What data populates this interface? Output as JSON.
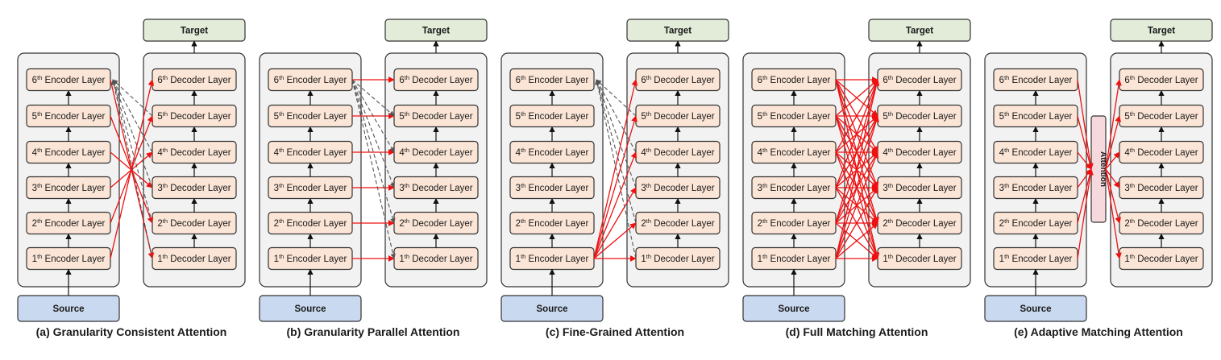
{
  "panels": [
    {
      "id": "a",
      "caption": "(a) Granularity Consistent Attention",
      "mode": "consistent",
      "has_attention_block": false
    },
    {
      "id": "b",
      "caption": "(b) Granularity Parallel Attention",
      "mode": "parallel",
      "has_attention_block": false
    },
    {
      "id": "c",
      "caption": "(c) Fine-Grained Attention",
      "mode": "fine",
      "has_attention_block": false
    },
    {
      "id": "d",
      "caption": "(d) Full Matching Attention",
      "mode": "full",
      "has_attention_block": false
    },
    {
      "id": "e",
      "caption": "(e) Adaptive Matching Attention",
      "mode": "adaptive",
      "has_attention_block": true
    }
  ],
  "labels": {
    "source": "Source",
    "target": "Target",
    "attention": "Attention",
    "encoder_suffix": " Encoder Layer",
    "decoder_suffix": " Decoder Layer",
    "layer_numbers": [
      "1",
      "2",
      "3",
      "4",
      "5",
      "6"
    ],
    "ordinal_suffixes": [
      "th",
      "th",
      "th",
      "th",
      "th",
      "th"
    ]
  },
  "colors": {
    "layer_fill": "#fbe5d6",
    "stack_fill": "#f2f2f2",
    "target_fill": "#e2ecd9",
    "source_fill": "#c9d9ef",
    "attention_fill": "#f5d9dd",
    "red_arrow": "#ee1111",
    "dashed_arrow": "#555555"
  }
}
